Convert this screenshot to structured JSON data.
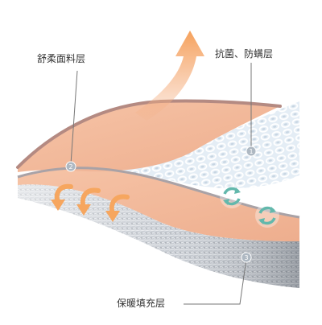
{
  "diagram": {
    "labels": {
      "soft_layer": "舒柔面料层",
      "antibacterial_layer": "抗菌、防螨层",
      "filling_layer": "保暖填充层"
    },
    "markers": [
      "1",
      "2",
      "3"
    ]
  },
  "colors": {
    "accent_orange": "#f6a868",
    "fabric_peach": "#f2b89a",
    "mesh_blue": "#dfe9f2",
    "filling_gray": "#9aa0a8",
    "recycle_teal": "#6ec0b4",
    "leader_gray": "#777777"
  }
}
